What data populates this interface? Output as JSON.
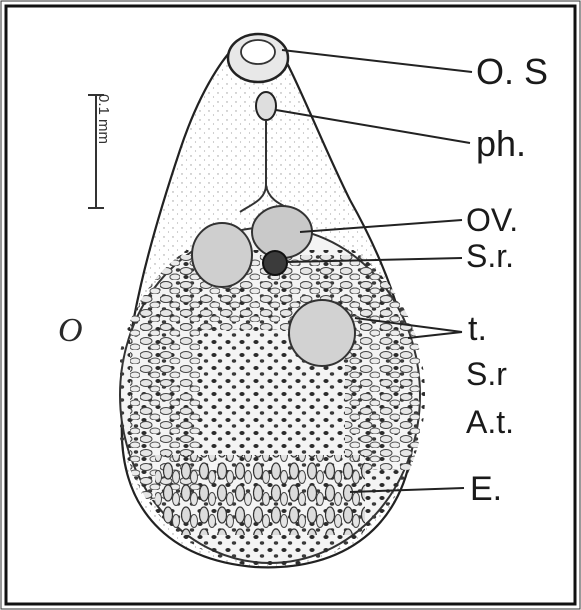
{
  "scale_bar": {
    "label": "0.1 mm"
  },
  "side_mark": "O",
  "labels": {
    "oral_sucker": "O. S",
    "pharynx": "ph.",
    "ovary": "OV.",
    "seminal_receptacle_1": "S.r.",
    "testes": "t.",
    "seminal_receptacle_2": "S.r",
    "anterior_testis": "A.t.",
    "eggs": "E."
  }
}
